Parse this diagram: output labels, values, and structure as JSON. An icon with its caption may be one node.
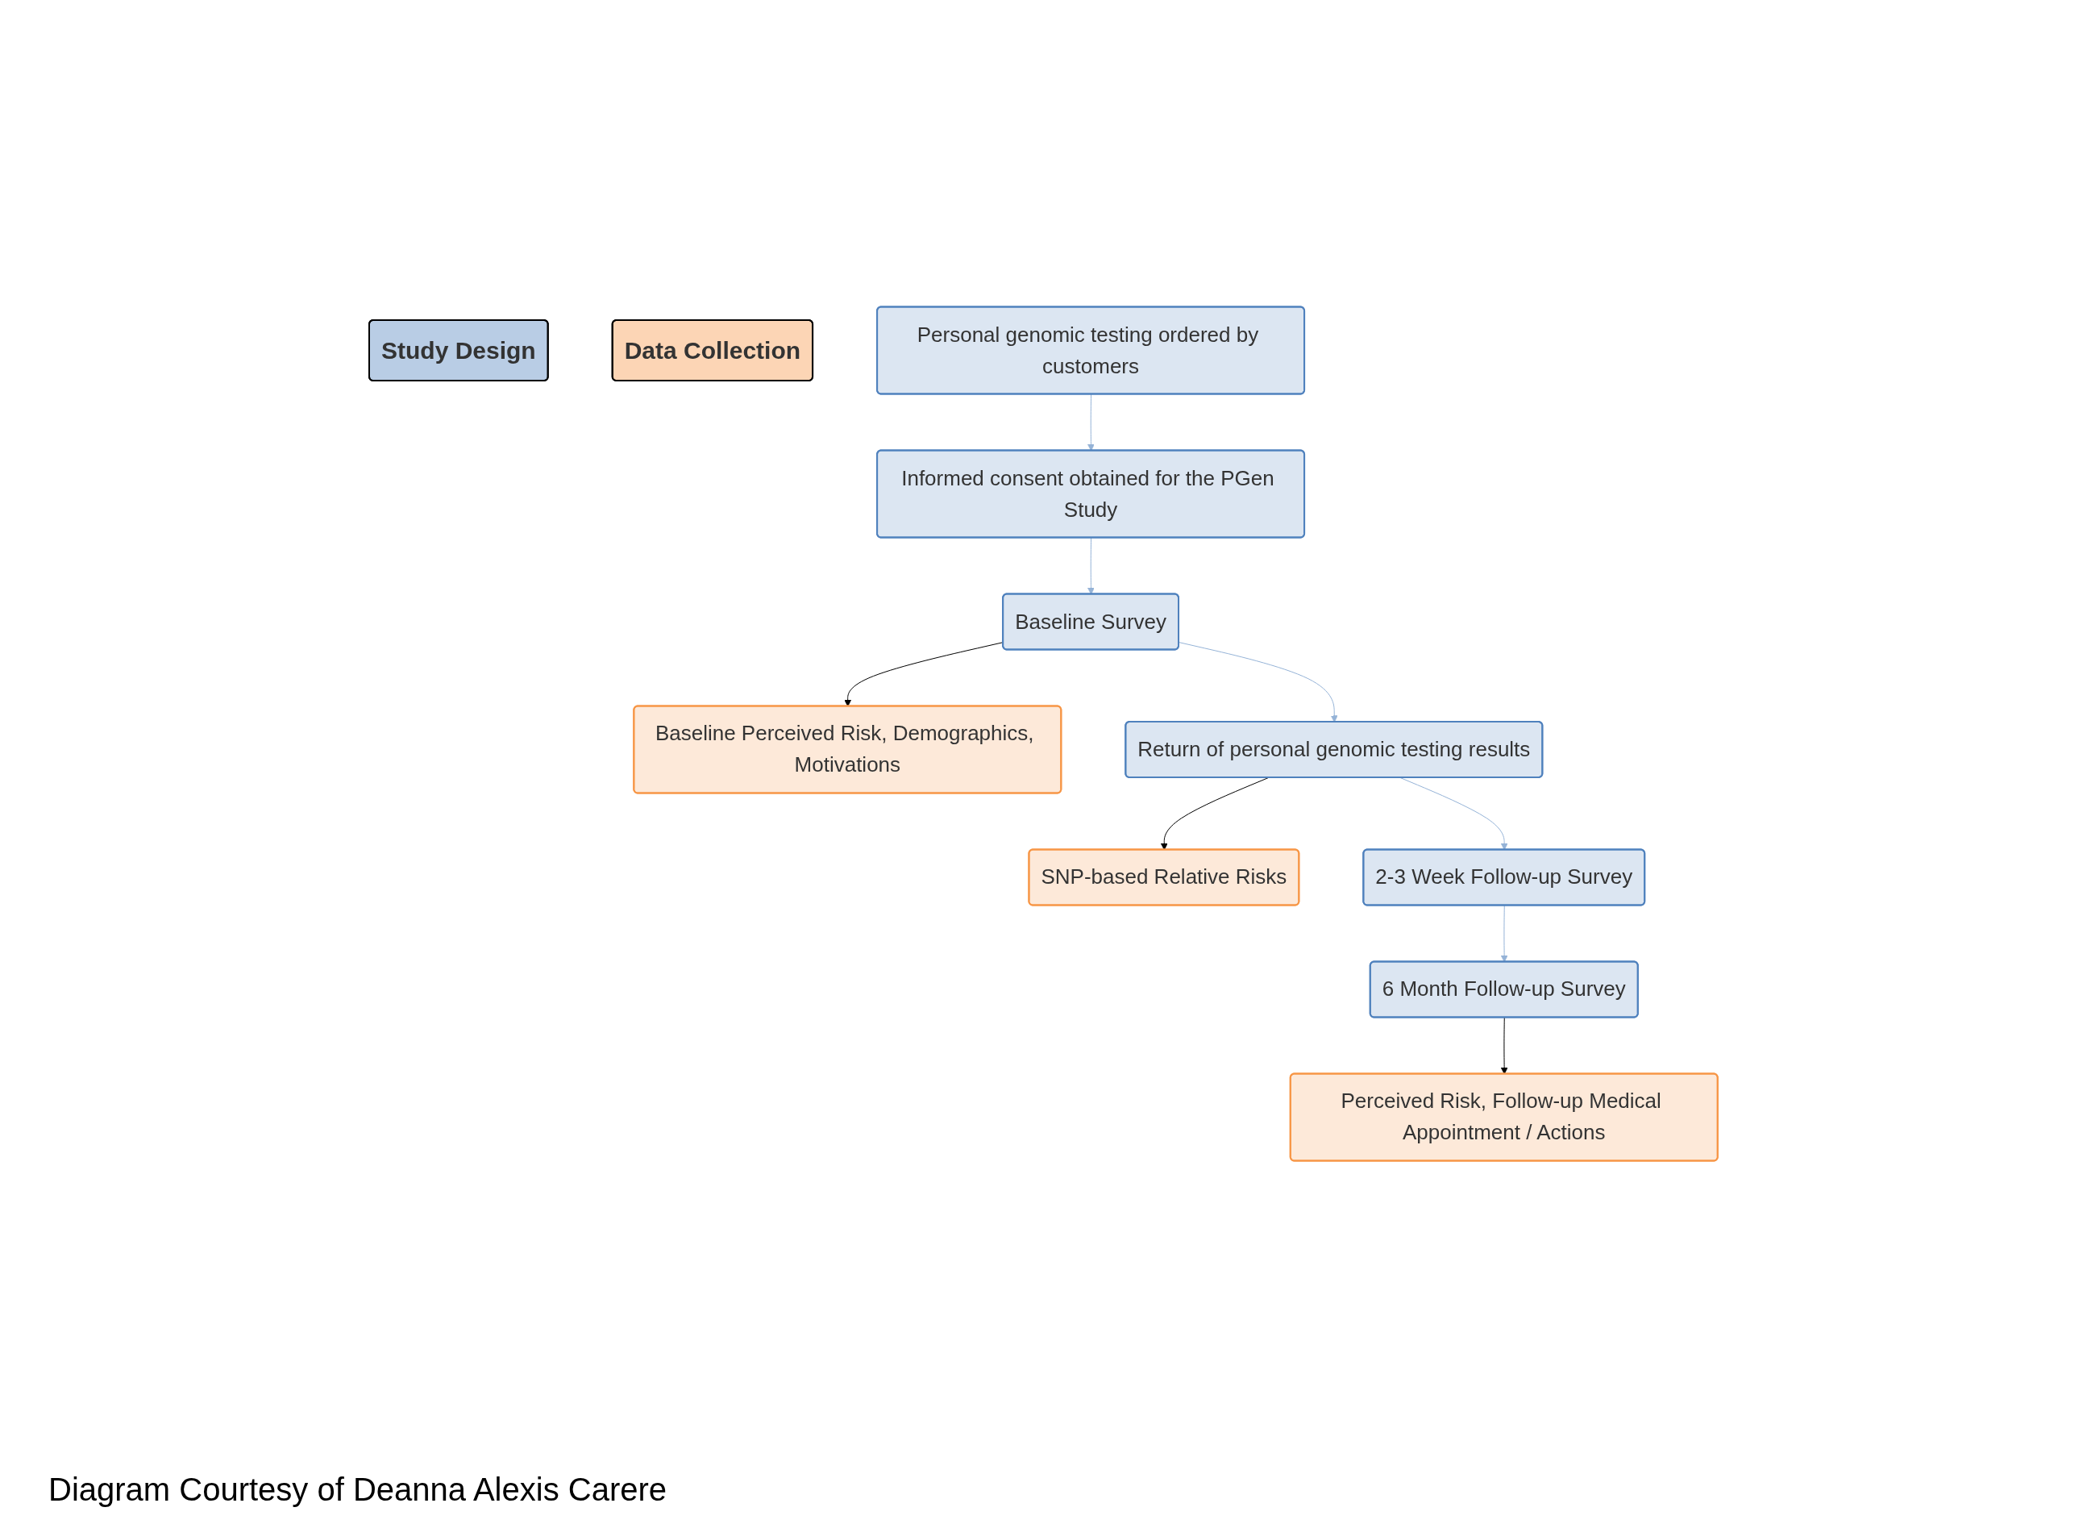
{
  "diagram": {
    "nodes": [
      {
        "text": [
          "Study Design"
        ]
      },
      {
        "text": [
          "Data Collection"
        ]
      },
      {
        "text": [
          "Personal genomic testing ordered by customers"
        ]
      },
      {
        "text": [
          "Informed consent obtained for the PGen Study"
        ]
      },
      {
        "text": [
          "Baseline Survey"
        ]
      },
      {
        "text": [
          "Baseline Perceived Risk, Demographics, Motivations"
        ]
      },
      {
        "text": [
          "Return of personal genomic testing results"
        ]
      },
      {
        "text": [
          "SNP-based Relative Risks"
        ]
      },
      {
        "text": [
          "2-3 Week Follow-up Survey"
        ]
      },
      {
        "text": [
          "6 Month Follow-up Survey"
        ]
      },
      {
        "text": [
          "Perceived Risk, Follow-up Medical Appointment / Actions"
        ]
      }
    ],
    "edges": [
      {
        "from": 2,
        "to": 3,
        "arrow": "to"
      },
      {
        "from": 3,
        "to": 4,
        "arrow": "to"
      },
      {
        "from": 4,
        "to": 5,
        "arrow": "to",
        "color": "#000000"
      },
      {
        "from": 4,
        "to": 6,
        "arrow": "to"
      },
      {
        "from": 6,
        "to": 7,
        "arrow": "to",
        "color": "#000000"
      },
      {
        "from": 6,
        "to": 8,
        "arrow": "to"
      },
      {
        "from": 8,
        "to": 9,
        "arrow": "to"
      },
      {
        "from": 9,
        "to": 10,
        "arrow": "to",
        "color": "#000000"
      }
    ],
    "labels": [
      "Diagram Courtesy of Deanna Alexis Carere"
    ]
  }
}
